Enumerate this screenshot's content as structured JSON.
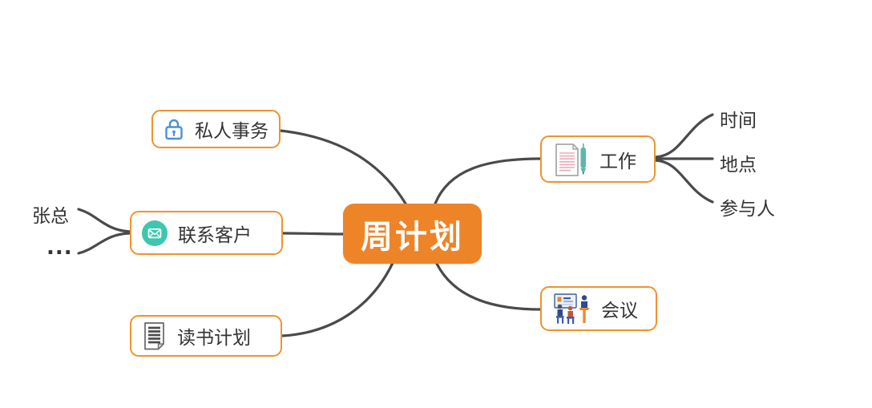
{
  "mindmap": {
    "root": {
      "label": "周计划"
    },
    "branches": [
      {
        "label": "私人事务",
        "icon": "lock-icon",
        "children": []
      },
      {
        "label": "联系客户",
        "icon": "mail-icon",
        "children": [
          {
            "label": "张总"
          },
          {
            "label": "..."
          }
        ]
      },
      {
        "label": "读书计划",
        "icon": "document-icon",
        "children": []
      },
      {
        "label": "工作",
        "icon": "document-pen-icon",
        "children": [
          {
            "label": "时间"
          },
          {
            "label": "地点"
          },
          {
            "label": "参与人"
          }
        ]
      },
      {
        "label": "会议",
        "icon": "meeting-icon",
        "children": []
      }
    ],
    "colors": {
      "root_fill": "#ee8428",
      "branch_border": "#f0932f",
      "connector_line": "#4a4a4a",
      "label_text": "#333333",
      "root_text": "#ffffff",
      "lock_blue": "#4a90d9",
      "mail_teal": "#3ec7ae",
      "doc_line_gray": "#4d4d4d",
      "work_doc_pink": "#eca8b8",
      "pen_teal": "#5fb5ae",
      "meeting_orange": "#e98a2b",
      "meeting_blue": "#2e4a8f"
    }
  }
}
